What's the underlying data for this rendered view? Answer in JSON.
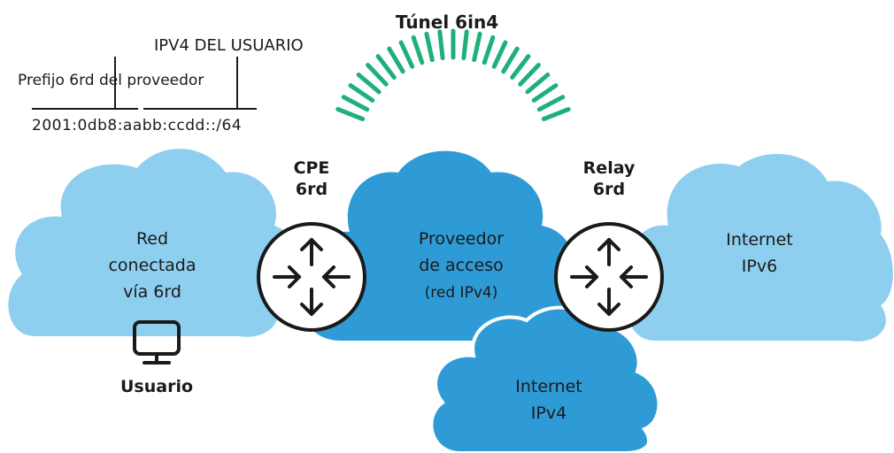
{
  "colors": {
    "cloud_light": "#8ecff0",
    "cloud_dark": "#2f9bd6",
    "tunnel": "#1fb07a",
    "stroke": "#1a1a1a"
  },
  "tunnel_label": "Túnel 6in4",
  "address": {
    "ipv4_label": "IPV4 DEL USUARIO",
    "prefix_label": "Prefijo 6rd del proveedor",
    "address_text": "2001:0db8:aabb:ccdd::/64"
  },
  "clouds": {
    "left": {
      "line1": "Red",
      "line2": "conectada",
      "line3": "vía 6rd"
    },
    "center": {
      "line1": "Proveedor",
      "line2": "de acceso",
      "line3": "(red IPv4)"
    },
    "right": {
      "line1": "Internet",
      "line2": "IPv6"
    },
    "bottom": {
      "line1": "Internet",
      "line2": "IPv4"
    }
  },
  "routers": {
    "cpe": {
      "line1": "CPE",
      "line2": "6rd",
      "icon": "router-icon"
    },
    "relay": {
      "line1": "Relay",
      "line2": "6rd",
      "icon": "router-icon"
    }
  },
  "user": {
    "label": "Usuario",
    "icon": "monitor-icon"
  }
}
